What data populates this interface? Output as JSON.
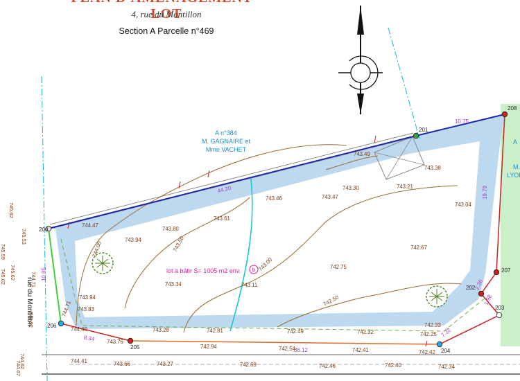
{
  "header": {
    "title": "PLAN D'AMÉNAGEMENT · LOT",
    "address": "4, rue du Montillon",
    "section": "Section A Parcelle n°469"
  },
  "neighbor": {
    "line1": "A n°384",
    "line2": "M. GAGNAIRE et",
    "line3": "Mme VACHET"
  },
  "neighbor_right": {
    "line1": "A",
    "line2": "M.",
    "line3": "LYON"
  },
  "lot_label": "lot à bâtir S= 1005 m2 env.",
  "lot_marker": "b",
  "street_name": "rue du Montillon",
  "points": [
    {
      "id": "200",
      "color": "#d9d9d9"
    },
    {
      "id": "201",
      "color": "#3aa23a"
    },
    {
      "id": "202",
      "color": "#cc1f1f"
    },
    {
      "id": "203",
      "color": "#ffffff"
    },
    {
      "id": "204",
      "color": "#29a8e0"
    },
    {
      "id": "205",
      "color": "#cc1f1f"
    },
    {
      "id": "206",
      "color": "#29a8e0"
    },
    {
      "id": "207",
      "color": "#cc1f1f"
    },
    {
      "id": "208",
      "color": "#cc1f1f"
    }
  ],
  "distances": [
    "10.75",
    "44.20",
    "19.79",
    "2.36",
    "1.98",
    "7.32",
    "36.12",
    "8.34",
    "10.95"
  ],
  "elevations": [
    "744.47",
    "743.49",
    "743.38",
    "743.30",
    "743.21",
    "743.47",
    "743.04",
    "743.46",
    "744.00",
    "743.80",
    "743.61",
    "743.94",
    "743.50",
    "742.67",
    "743.00",
    "742.75",
    "743.94",
    "743.83",
    "743.34",
    "743.11",
    "742.50",
    "744.71",
    "744.40",
    "743.28",
    "742.81",
    "742.49",
    "742.32",
    "742.33",
    "742.25",
    "743.76",
    "742.94",
    "742.54",
    "742.41",
    "742.42",
    "744.41",
    "743.66",
    "743.27",
    "742.69",
    "742.46",
    "742.40",
    "742.34"
  ],
  "side_labels": [
    "745.62",
    "745.53",
    "745.59",
    "745.62",
    "745.02",
    "744.71",
    "744.52",
    "744.62",
    "744.67"
  ],
  "colors": {
    "setback": "#bcd9f0",
    "contour": "#9a6a2c",
    "boundary_blue": "#1a26a8",
    "boundary_red": "#cc1f1f",
    "grass": "#cbefc9",
    "axis": "#19b6d6"
  }
}
